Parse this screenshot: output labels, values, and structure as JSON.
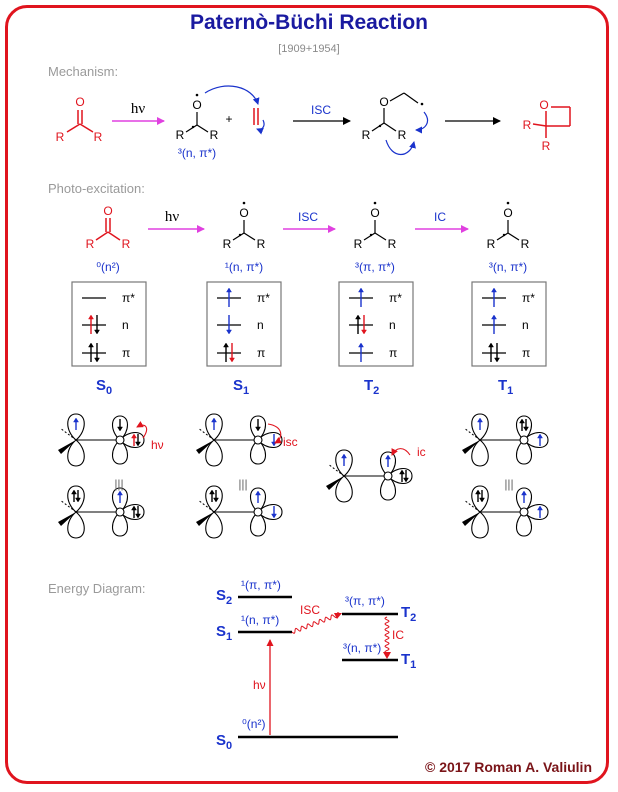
{
  "header": {
    "title": "Paternò-Büchi Reaction",
    "years": "[1909+1954]"
  },
  "sections": {
    "mechanism": "Mechanism:",
    "photo_excitation": "Photo-excitation:",
    "energy_diagram": "Energy Diagram:"
  },
  "labels": {
    "hv": "hν",
    "isc": "ISC",
    "ic": "IC",
    "isc_small": "isc",
    "ic_small": "ic",
    "plus": "+",
    "o_atom": "O",
    "r_group": "R",
    "dot": "•",
    "equiv": "|||"
  },
  "mechanism": {
    "state_label": "³(n, π*)"
  },
  "states": [
    {
      "term": "⁰(n²)",
      "name_main": "S",
      "name_sub": "0"
    },
    {
      "term": "¹(n, π*)",
      "name_main": "S",
      "name_sub": "1"
    },
    {
      "term": "³(π, π*)",
      "name_main": "T",
      "name_sub": "2"
    },
    {
      "term": "³(n, π*)",
      "name_main": "T",
      "name_sub": "1"
    }
  ],
  "orbitals": [
    "π*",
    "n",
    "π"
  ],
  "energy": {
    "levels": [
      {
        "name_main": "S",
        "name_sub": "2",
        "term": "¹(π, π*)"
      },
      {
        "name_main": "S",
        "name_sub": "1",
        "term": "¹(n, π*)"
      },
      {
        "name_main": "T",
        "name_sub": "2",
        "term": "³(π, π*)"
      },
      {
        "name_main": "T",
        "name_sub": "1",
        "term": "³(n, π*)"
      },
      {
        "name_main": "S",
        "name_sub": "0",
        "term": "⁰(n²)"
      }
    ]
  },
  "colors": {
    "frame": "#e0141e",
    "title": "#1a1aa0",
    "reagent": "#e0141e",
    "blue": "#1a33cc",
    "magenta": "#e040e0",
    "arrow_red": "#e0141e"
  },
  "footer": {
    "copyright": "© 2017 Roman A. Valiulin"
  }
}
